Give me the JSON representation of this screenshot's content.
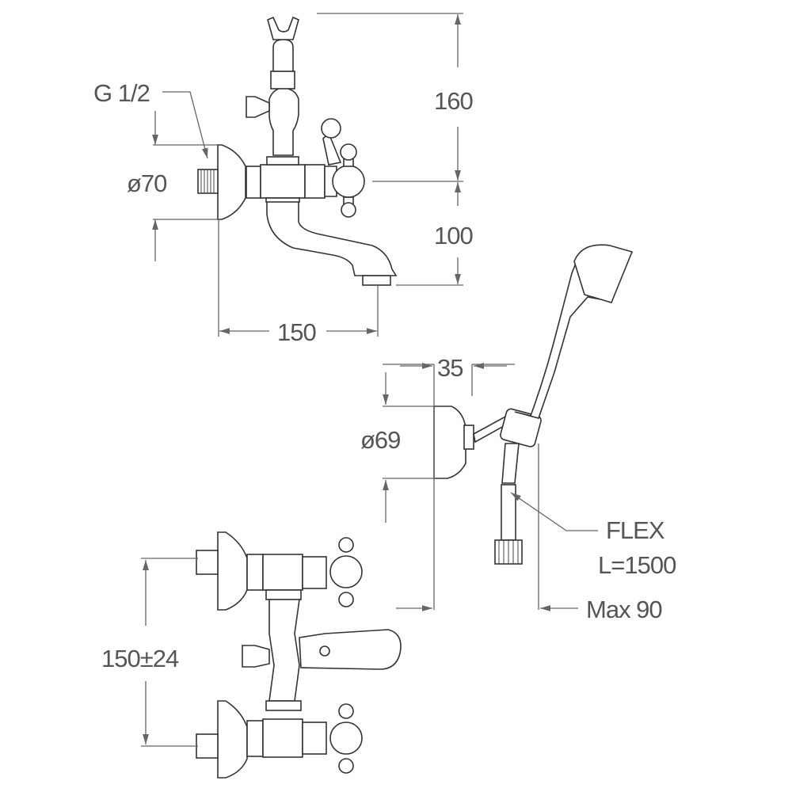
{
  "drawing": {
    "title": "Bath mixer technical dimension drawing",
    "labels": {
      "inlet_thread": "G 1/2",
      "flange_diameter": "ø70",
      "height_top": "160",
      "height_bottom": "100",
      "projection": "150",
      "bracket_depth": "35",
      "bracket_diameter": "ø69",
      "hose_type": "FLEX",
      "hose_length": "L=1500",
      "max_projection": "Max 90",
      "centers": "150±24"
    }
  }
}
